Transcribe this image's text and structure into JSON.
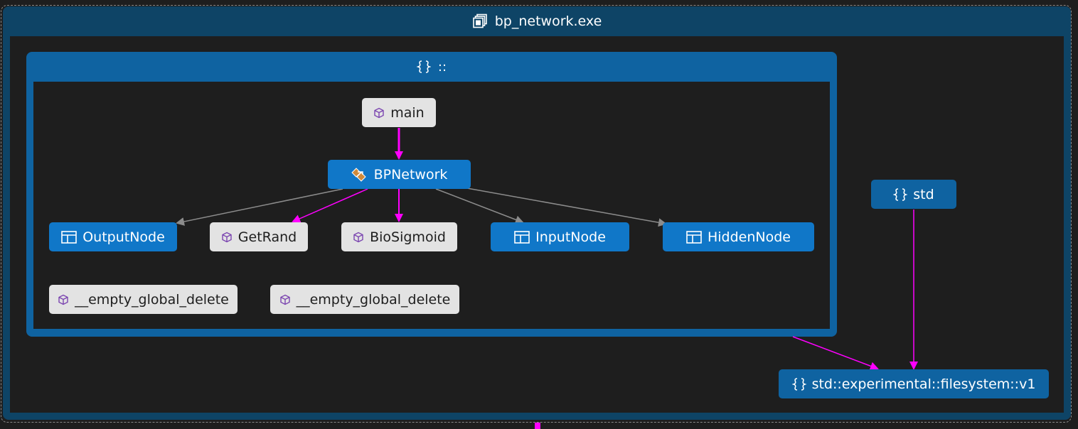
{
  "assembly": {
    "title": "bp_network.exe",
    "icon": "assembly-icon"
  },
  "global_namespace": {
    "title": "::",
    "icon": "namespace-braces-icon"
  },
  "nodes": {
    "main": {
      "label": "main",
      "kind": "function",
      "icon": "cube-icon"
    },
    "bpnetwork": {
      "label": "BPNetwork",
      "kind": "class",
      "icon": "class-diamond-icon"
    },
    "outputnode": {
      "label": "OutputNode",
      "kind": "struct",
      "icon": "struct-icon"
    },
    "getrand": {
      "label": "GetRand",
      "kind": "function",
      "icon": "cube-icon"
    },
    "biosigmoid": {
      "label": "BioSigmoid",
      "kind": "function",
      "icon": "cube-icon"
    },
    "inputnode": {
      "label": "InputNode",
      "kind": "struct",
      "icon": "struct-icon"
    },
    "hiddennode": {
      "label": "HiddenNode",
      "kind": "struct",
      "icon": "struct-icon"
    },
    "empty_delete_1": {
      "label": "__empty_global_delete",
      "kind": "function",
      "icon": "cube-icon"
    },
    "empty_delete_2": {
      "label": "__empty_global_delete",
      "kind": "function",
      "icon": "cube-icon"
    },
    "std": {
      "label": "std",
      "kind": "namespace",
      "icon": "namespace-braces-icon"
    },
    "filesystem": {
      "label": "std::experimental::filesystem::v1",
      "kind": "namespace",
      "icon": "namespace-braces-icon"
    }
  },
  "edges": [
    {
      "from": "main",
      "to": "bpnetwork",
      "color": "#ff00ff"
    },
    {
      "from": "bpnetwork",
      "to": "outputnode",
      "color": "#8c8c8c"
    },
    {
      "from": "bpnetwork",
      "to": "getrand",
      "color": "#ff00ff"
    },
    {
      "from": "bpnetwork",
      "to": "biosigmoid",
      "color": "#ff00ff"
    },
    {
      "from": "bpnetwork",
      "to": "inputnode",
      "color": "#8c8c8c"
    },
    {
      "from": "bpnetwork",
      "to": "hiddennode",
      "color": "#8c8c8c"
    },
    {
      "from": "global_namespace",
      "to": "filesystem",
      "color": "#ff00ff"
    },
    {
      "from": "std",
      "to": "filesystem",
      "color": "#ff00ff"
    }
  ],
  "colors": {
    "background": "#1e1e1e",
    "assembly_header": "#0e4466",
    "namespace_group": "#0f63a1",
    "class_node": "#1077c8",
    "function_node": "#e3e3e3",
    "call_edge": "#ff00ff",
    "reference_edge": "#8c8c8c"
  }
}
